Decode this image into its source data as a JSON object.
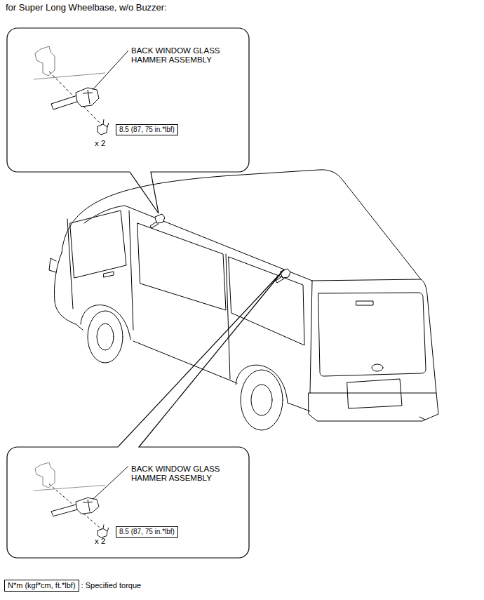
{
  "diagram": {
    "title": "for Super Long Wheelbase, w/o Buzzer:",
    "nodes": [
      {
        "text": [
          "BACK WINDOW GLASS HAMMER ASSEMBLY",
          "x 2"
        ]
      },
      {
        "text": [
          "8.5 (87, 75 in.*lbf)"
        ],
        "in": 0
      },
      {
        "text": [
          "BACK WINDOW GLASS HAMMER ASSEMBLY",
          "x 2"
        ]
      },
      {
        "text": [
          "8.5 (87, 75 in.*lbf)"
        ],
        "in": 2
      },
      {
        "text": [
          "N*m (kgf*cm, ft.*lbf)",
          ": Specified torque"
        ]
      }
    ]
  }
}
